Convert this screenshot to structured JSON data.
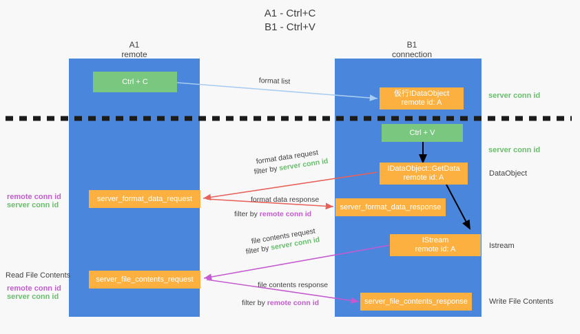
{
  "title": {
    "line1": "A1 - Ctrl+C",
    "line2": "B1 - Ctrl+V"
  },
  "columns": [
    {
      "name": "A1",
      "sub": "remote"
    },
    {
      "name": "B1",
      "sub": "connection"
    }
  ],
  "boxes": {
    "ctrl_c": "Ctrl + C",
    "ctrl_v": "Ctrl + V",
    "idataobject_l1": "仮行IDataObject",
    "idataobject_l2": "remote id: A",
    "getdata_l1": "IDataObject::GetData",
    "getdata_l2": "remote id: A",
    "istream_l1": "IStream",
    "istream_l2": "remote id: A",
    "server_format_data_request": "server_format_data_request",
    "server_format_data_response": "server_format_data_response",
    "server_file_contents_request": "server_file_contents_request",
    "server_file_contents_response": "server_file_contents_response"
  },
  "arrow_labels": {
    "format_list": "format list",
    "format_data_request": "format data request",
    "format_data_request_filter_pre": "filter by ",
    "format_data_request_filter_key": "server conn id",
    "format_data_response": "format data response",
    "format_data_response_filter_pre": "filter by ",
    "format_data_response_filter_key": "remote conn id",
    "file_contents_request": "file contents request",
    "file_contents_request_filter_pre": "filter by ",
    "file_contents_request_filter_key": "server conn id",
    "file_contents_response": "file contents response",
    "file_contents_response_filter_pre": "filter by ",
    "file_contents_response_filter_key": "remote conn id"
  },
  "right_labels": {
    "server_conn_id_top": "server conn id",
    "server_conn_id_mid": "server conn id",
    "dataobject": "DataObject",
    "istream": "Istream",
    "write_file_contents": "Write File Contents"
  },
  "left_labels": {
    "remote_conn_id_mid": "remote conn id",
    "server_conn_id_mid": "server conn id",
    "read_file_contents": "Read File Contents",
    "remote_conn_id_bottom": "remote conn id",
    "server_conn_id_bottom": "server conn id"
  },
  "colors": {
    "panel_blue": "#4a86dc",
    "box_green": "#7ac77f",
    "box_orange": "#fbb040",
    "arrow_lightblue": "#a8cdf0",
    "arrow_red": "#e8625a",
    "arrow_magenta": "#c45ad0",
    "arrow_black": "#000000",
    "text_green": "#6abd6e",
    "text_magenta": "#c45ad0",
    "background": "#f8f8f8"
  }
}
